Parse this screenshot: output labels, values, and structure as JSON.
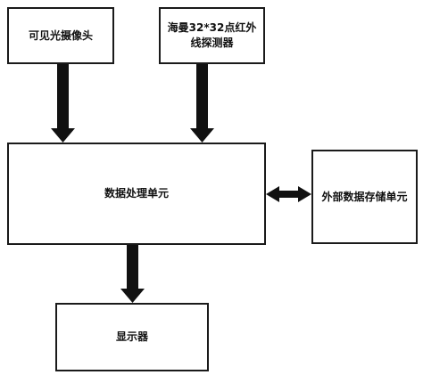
{
  "diagram": {
    "nodes": {
      "camera": "可见光摄像头",
      "ir_detector": "海曼32*32点红外线探测器",
      "processor": "数据处理单元",
      "storage": "外部数据存储单元",
      "display": "显示器"
    },
    "edges": [
      {
        "from": "camera",
        "to": "processor",
        "direction": "one-way"
      },
      {
        "from": "ir_detector",
        "to": "processor",
        "direction": "one-way"
      },
      {
        "from": "processor",
        "to": "storage",
        "direction": "two-way"
      },
      {
        "from": "processor",
        "to": "display",
        "direction": "one-way"
      }
    ],
    "colors": {
      "border": "#1a1a1a",
      "arrow": "#111111",
      "background": "#ffffff"
    }
  }
}
